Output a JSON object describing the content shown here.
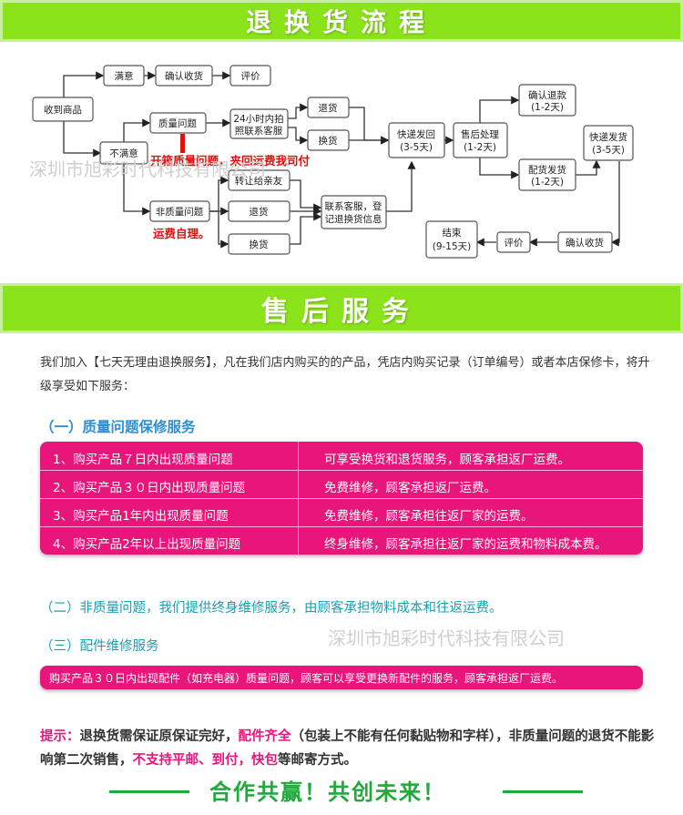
{
  "banner1": {
    "title": "退换货流程"
  },
  "flow": {
    "receive": "收到商品",
    "satisfied": "满意",
    "confirm_receipt": "确认收货",
    "review": "评价",
    "unsatisfied": "不满意",
    "quality_issue": "质量问题",
    "contact_24h_l1": "24小时内拍",
    "contact_24h_l2": "照联系客服",
    "return1": "退货",
    "exchange1": "换货",
    "quality_note": "开箱质量问题，来回运费我司付",
    "transfer_friend": "转让给亲友",
    "non_quality": "非质量问题",
    "return2": "退货",
    "exchange2": "换货",
    "self_pay_note": "运费自理。",
    "contact_reg_l1": "联系客服，登",
    "contact_reg_l2": "记退换货信息",
    "express_back_l1": "快递发回",
    "express_back_l2": "(3-5天)",
    "after_sale_l1": "售后处理",
    "after_sale_l2": "(1-2天)",
    "refund_l1": "确认退款",
    "refund_l2": "(1-2天)",
    "ship_goods_l1": "配货发货",
    "ship_goods_l2": "(1-2天)",
    "express_ship_l1": "快递发货",
    "express_ship_l2": "(3-5天)",
    "confirm_receipt2": "确认收货",
    "review2": "评价",
    "end_l1": "结束",
    "end_l2": "(9-15天)"
  },
  "watermark": "深圳市旭彩时代科技有限公司",
  "banner2": {
    "title": "售后服务"
  },
  "intro": {
    "text": "我们加入【七天无理由退换服务】，凡在我们店内购买的的产品，凭店内购买记录（订单编号）或者本店保修卡，将升级享受如下服务："
  },
  "section1": {
    "heading": "（一）质量问题保修服务",
    "rows": [
      {
        "left": "1、购买产品７日内出现质量问题",
        "right": "可享受换货和退货服务，顾客承担返厂运费。"
      },
      {
        "left": "2、购买产品３０日内出现质量问题",
        "right": "免费维修，顾客承担返厂运费。"
      },
      {
        "left": "3、购买产品1年内出现质量问题",
        "right": "免费维修，顾客承担往返厂家的运费。"
      },
      {
        "left": "4、购买产品2年以上出现质量问题",
        "right": "终身维修，顾客承担往返厂家的运费和物料成本费。"
      }
    ]
  },
  "section2": {
    "heading": "（二）非质量问题，我们提供终身维修服务，由顾客承担物料成本和往返运费。"
  },
  "section3": {
    "heading": "（三）配件维修服务",
    "bar": "购买产品３０日内出现配件（如充电器）质量问题，顾客可以享受更换新配件的服务，顾客承担返厂运费。"
  },
  "note": {
    "label": "提示：",
    "t1": "退换货需保证原保证完好，",
    "t2": "配件齐全",
    "t3": "（包装上不能有任何黏贴物和字样），非质量问题的退货不能影响第二次销售，",
    "t4": "不支持平邮、到付，快包",
    "t5": "等邮寄方式。"
  },
  "footer": {
    "slogan": "合作共赢！共创未来！"
  },
  "colors": {
    "banner_green": "#8be31a",
    "pink": "#e8157b",
    "blue_heading": "#2b8fd6",
    "teal_heading": "#1a9fb0",
    "red_note": "#e01010"
  }
}
